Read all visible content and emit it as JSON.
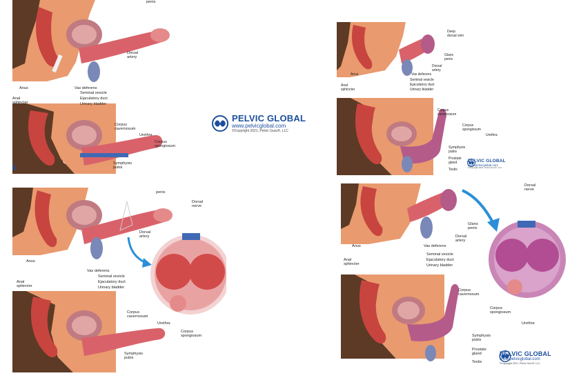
{
  "labels": {
    "glans_penis": "Glans\npenis",
    "dorsal_artery": "Dorsal\nartery",
    "anus": "Anus",
    "vas_deferens": "Vas deferens",
    "anal_sphincter": "Anal\nsphincter",
    "seminal_vesicle": "Seminal vesicle",
    "ejaculatory_duct": "Ejaculatory duct",
    "urinary_bladder": "Urinary bladder",
    "corpus_cavernosum": "Corpus\ncavernosum",
    "urethra": "Urethra",
    "corpus_spongiosum": "Corpus\nspongiosum",
    "symphysis_pubis": "Symphysis\npubis",
    "deep_dorsal_vein": "Deep\ndorsal vein",
    "prostate_gland": "Prostate\ngland",
    "testis": "Testis",
    "dorsal_nerve": "Dorsal\nnerve",
    "penis_fragment": "penis"
  },
  "brand": {
    "name": "PELVIC GLOBAL",
    "url": "www.pelvicglobal.com",
    "copyright": "©Copyright 2021, Pelvic Guru®, LLC"
  },
  "colors": {
    "skin": "#e99a6e",
    "skin_dark": "#5c3a26",
    "tissue_red": "#c8443f",
    "tissue_pink": "#e58a8a",
    "bladder": "#c07a82",
    "brand_blue": "#1b4f9c",
    "arrow_blue": "#2a8fd8"
  }
}
